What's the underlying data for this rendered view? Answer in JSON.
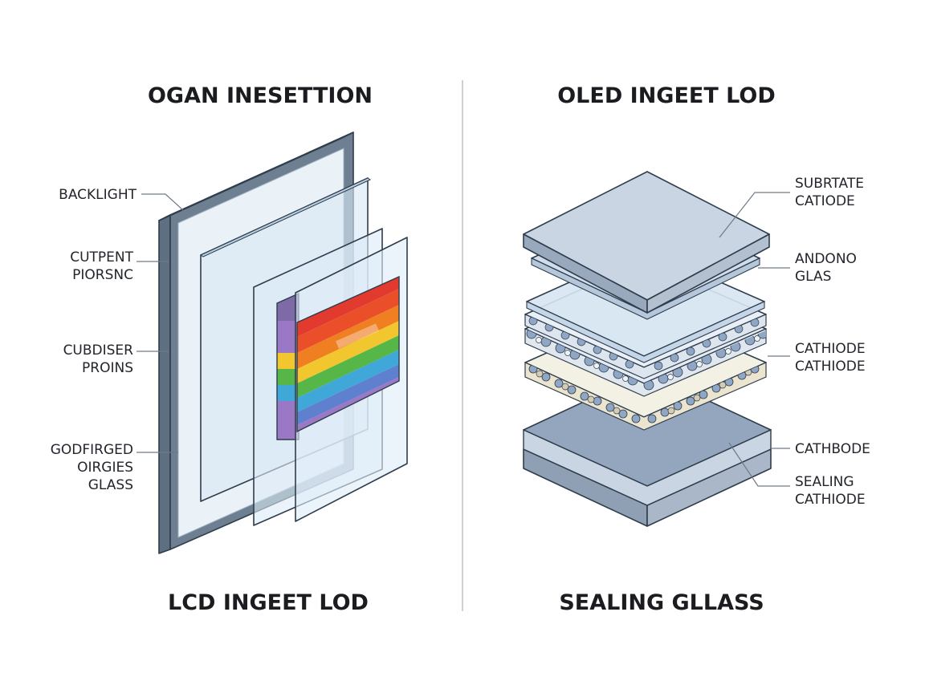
{
  "colors": {
    "frame_dark": "#5d6f80",
    "frame_face": "#e9f0f6",
    "glass_fill": "#d7e7f5",
    "outline": "#2f3d4c",
    "divider": "#b8c4cc",
    "bead_blue": "#8fa6c4",
    "bead_tan": "#d6ccb4",
    "bead_white": "#eef2f6",
    "slab_top": "#c7d3e2",
    "slab_side": "#8f9fb4",
    "spectrum": [
      "#e23a2e",
      "#f07f22",
      "#f2c62e",
      "#56b748",
      "#3fa8d8",
      "#5f7fcf",
      "#9a78c6"
    ]
  },
  "icons": {
    "lcd": "lcd-layer-stack-icon",
    "oled": "oled-layer-stack-icon"
  },
  "lcd": {
    "heading_top": "OGAN INESETTION",
    "heading_bottom": "LCD INGEET LOD",
    "labels": [
      {
        "lines": [
          "BACKLIGHT"
        ]
      },
      {
        "lines": [
          "CUTPENT",
          "PIORSNC"
        ]
      },
      {
        "lines": [
          "CUBDISER",
          "PROINS"
        ]
      },
      {
        "lines": [
          "GODFIRGED",
          "OIRGIES",
          "GLASS"
        ]
      }
    ]
  },
  "oled": {
    "heading_top": "OLED INGEET LOD",
    "heading_bottom": "SEALING GLLASS",
    "labels": [
      {
        "lines": [
          "SUBRTATE",
          "CATIODE"
        ]
      },
      {
        "lines": [
          "ANDONO",
          "GLAS"
        ]
      },
      {
        "lines": [
          "CATHIODE",
          "CATHIODE"
        ]
      },
      {
        "lines": [
          "CATHBODE"
        ]
      },
      {
        "lines": [
          "SEALING",
          "CATHIODE"
        ]
      }
    ]
  }
}
